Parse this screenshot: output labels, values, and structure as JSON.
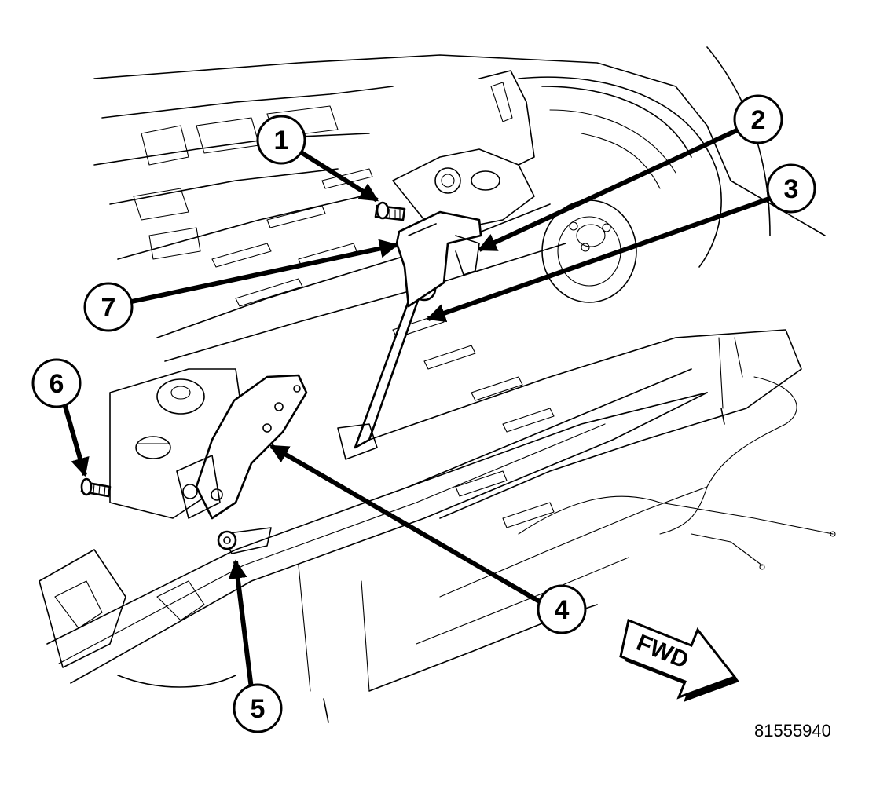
{
  "callouts": [
    {
      "number": "1"
    },
    {
      "number": "2"
    },
    {
      "number": "3"
    },
    {
      "number": "4"
    },
    {
      "number": "5"
    },
    {
      "number": "6"
    },
    {
      "number": "7"
    }
  ],
  "direction_arrow": {
    "label": "FWD"
  },
  "figure_id": "81555940"
}
